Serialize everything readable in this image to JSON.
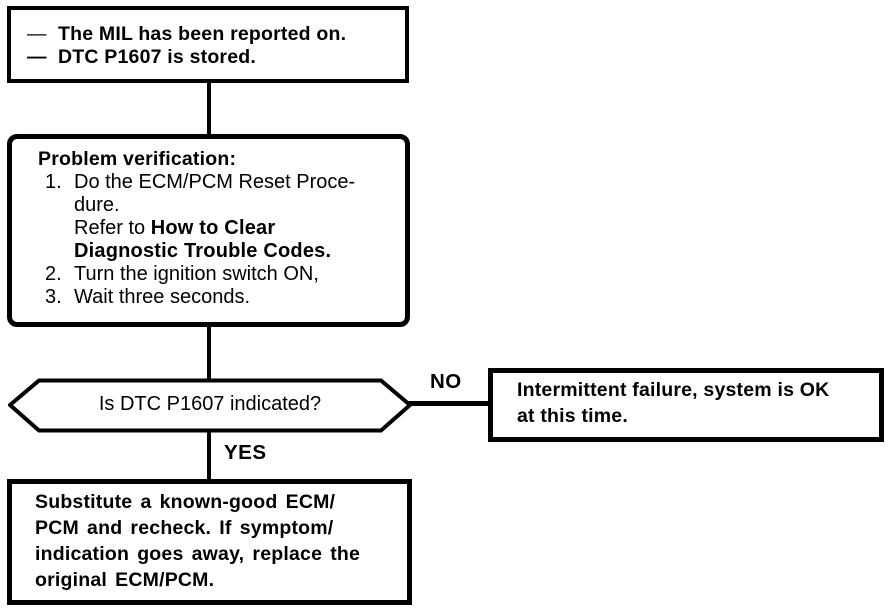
{
  "palette": {
    "ink": "#000000",
    "paper": "#ffffff"
  },
  "nodes": {
    "mil_box": {
      "items": [
        {
          "dash": "—",
          "text": "The MIL has been reported on."
        },
        {
          "dash": "—",
          "text": "DTC P1607 is stored."
        }
      ]
    },
    "verify_box": {
      "title": "Problem verification:",
      "steps": [
        {
          "num": "1.",
          "text_before": "Do the ECM/PCM Reset Proce-\ndure.\nRefer to ",
          "text_bold": "How to Clear\nDiagnostic Trouble Codes."
        },
        {
          "num": "2.",
          "text_before": "Turn the ignition switch ON,",
          "text_bold": ""
        },
        {
          "num": "3.",
          "text_before": "Wait three seconds.",
          "text_bold": ""
        }
      ]
    },
    "decision": {
      "question": "Is DTC P1607 indicated?"
    },
    "branches": {
      "no_label": "NO",
      "yes_label": "YES"
    },
    "intermittent_box": {
      "text": "Intermittent failure, system is OK\nat this time."
    },
    "substitute_box": {
      "text": "Substitute a known-good ECM/\nPCM and recheck. If symptom/\nindication goes away, replace the\noriginal ECM/PCM."
    }
  }
}
